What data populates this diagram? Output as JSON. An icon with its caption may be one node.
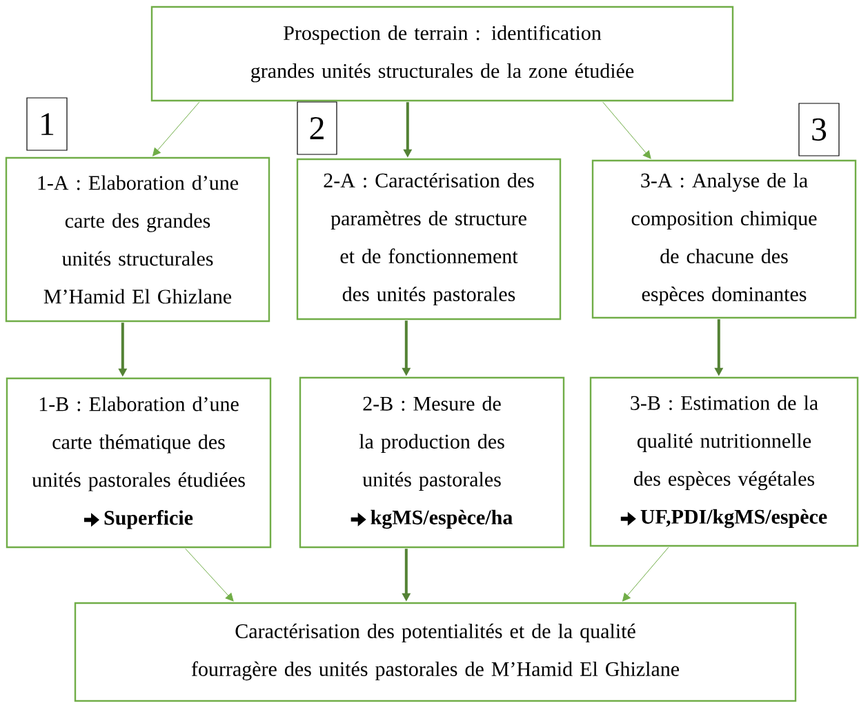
{
  "diagram": {
    "nodes": [
      {
        "text": [
          "Prospection de terrain : identification grandes unités structurales de la zone étudiée"
        ]
      },
      {
        "text": [
          "1"
        ]
      },
      {
        "text": [
          "2"
        ]
      },
      {
        "text": [
          "3"
        ]
      },
      {
        "text": [
          "1-A : Elaboration d’une carte des grandes unités structurales M’Hamid El Ghizlane"
        ]
      },
      {
        "text": [
          "2-A : Caractérisation des paramètres de structure et de fonctionnement des unités pastorales"
        ]
      },
      {
        "text": [
          "3-A : Analyse de la composition chimique de chacune des espèces dominantes"
        ]
      },
      {
        "text": [
          "1-B :  Elaboration d’une carte thématique des unités pastorales étudiées",
          "Superficie"
        ]
      },
      {
        "text": [
          "2-B : Mesure de la production des unités pastorales",
          "kgMS/espèce/ha"
        ]
      },
      {
        "text": [
          "3-B : Estimation de la qualité nutritionnelle des espèces végétales",
          "UF,PDI/kgMS/espèce"
        ]
      },
      {
        "text": [
          "Caractérisation des potentialités et de la qualité fourragère des unités pastorales de M’Hamid El Ghizlane"
        ]
      }
    ],
    "edges": [
      {
        "from": 0,
        "to": 4,
        "arrow": "to",
        "color": "#70ad47"
      },
      {
        "from": 0,
        "to": 5,
        "arrow": "to"
      },
      {
        "from": 0,
        "to": 6,
        "arrow": "to",
        "color": "#70ad47"
      },
      {
        "from": 4,
        "to": 7,
        "arrow": "to"
      },
      {
        "from": 5,
        "to": 8,
        "arrow": "to"
      },
      {
        "from": 6,
        "to": 9,
        "arrow": "to"
      },
      {
        "from": 7,
        "to": 10,
        "arrow": "to",
        "color": "#70ad47"
      },
      {
        "from": 8,
        "to": 10,
        "arrow": "to"
      },
      {
        "from": 9,
        "to": 10,
        "arrow": "to",
        "color": "#70ad47"
      }
    ]
  }
}
